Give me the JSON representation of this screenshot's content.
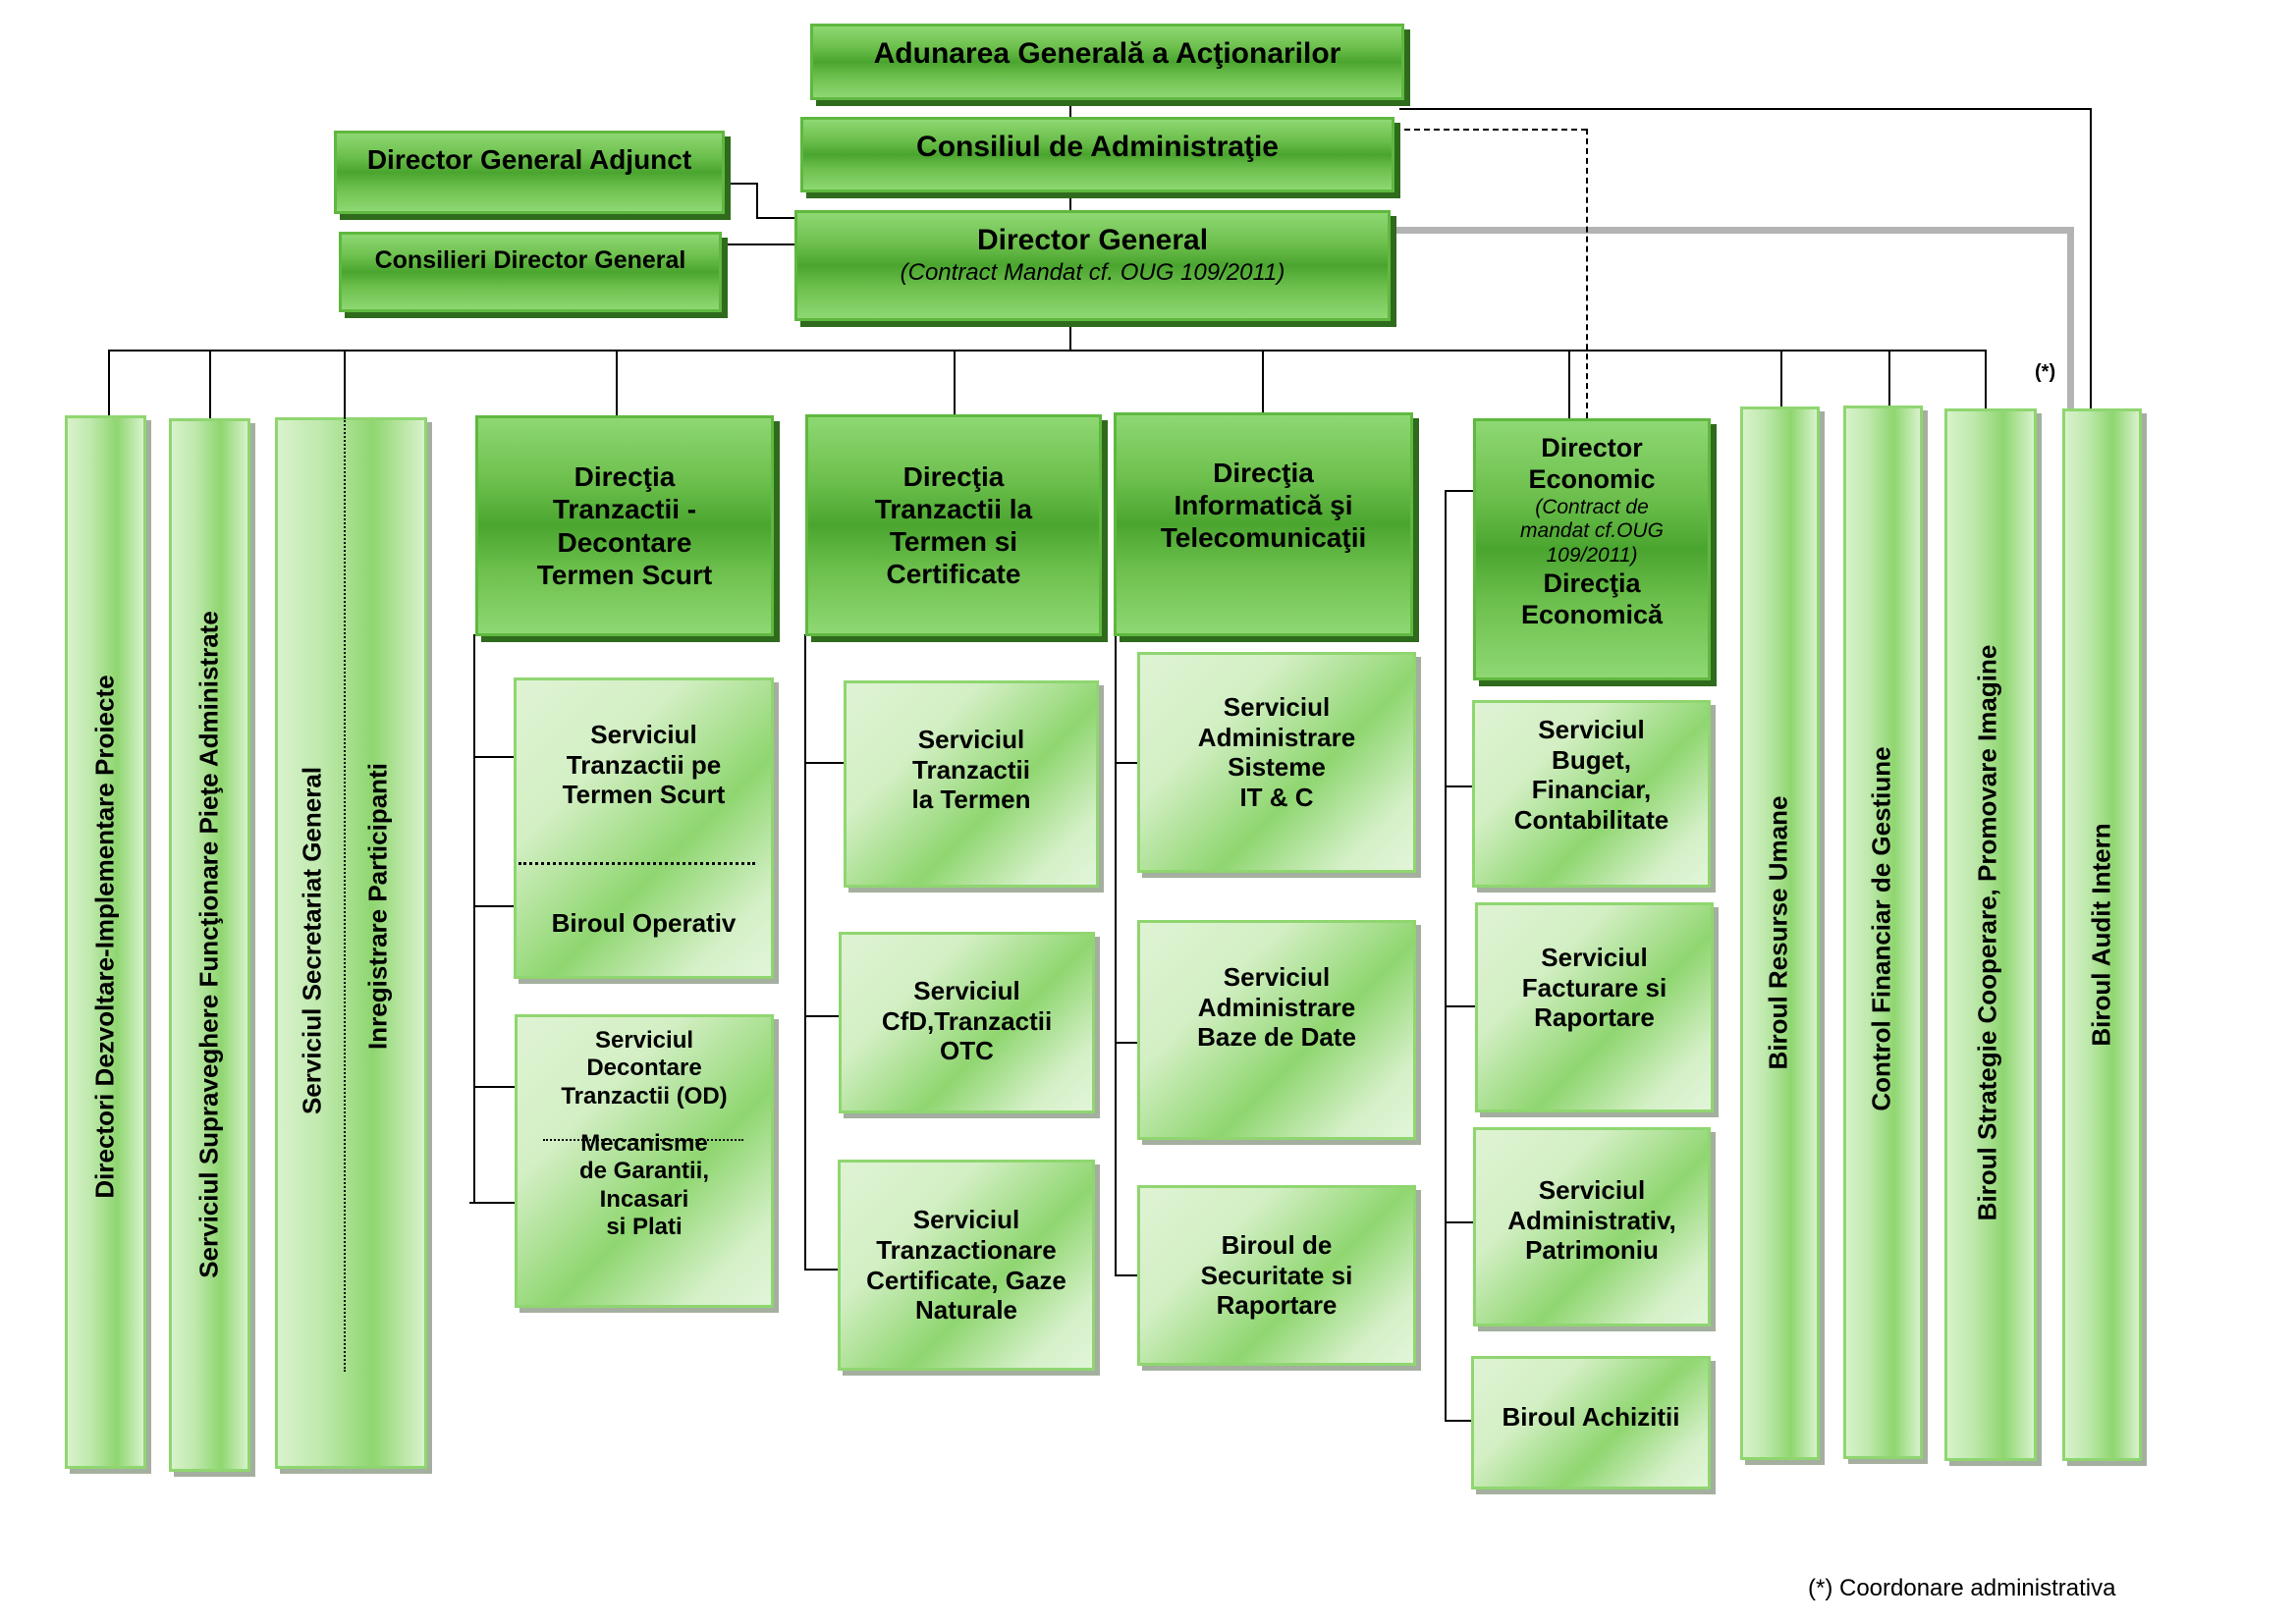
{
  "top": {
    "agm": "Adunarea Generală a Acţionarilor",
    "board": "Consiliul de Administraţie",
    "deputy_gm": "Director General Adjunct",
    "gm_advisors": "Consilieri Director General",
    "gm_title": "Director General",
    "gm_subtitle": "(Contract Mandat cf. OUG 109/2011)"
  },
  "columns": {
    "projects": "Directori Dezvoltare-Implementare Proiecte",
    "market_supervision": "Serviciul Supraveghere Funcţionare Pieţe Administrate",
    "secretariat": "Serviciul Secretariat General",
    "registration": "Inregistrare Participanti",
    "hr": "Biroul Resurse Umane",
    "financial_control": "Control Financiar de Gestiune",
    "strategy": "Biroul Strategie Cooperare, Promovare Imagine",
    "audit": "Biroul Audit Intern",
    "audit_marker": "(*)"
  },
  "directorates": {
    "short_term": {
      "title": [
        "Direcţia",
        "Tranzactii -",
        "Decontare",
        "Termen Scurt"
      ],
      "units": [
        {
          "lines": [
            "Serviciul",
            "Tranzactii pe",
            "Termen Scurt"
          ],
          "sub": [
            "Biroul Operativ"
          ]
        },
        {
          "lines": [
            "Serviciul",
            "Decontare",
            "Tranzactii (OD)"
          ],
          "sub": [
            "Mecanisme",
            "de Garantii,",
            "Incasari",
            "si Plati"
          ]
        }
      ]
    },
    "forward": {
      "title": [
        "Direcţia",
        "Tranzactii la",
        "Termen si",
        "Certificate"
      ],
      "units": [
        [
          "Serviciul",
          "Tranzactii",
          "la Termen"
        ],
        [
          "Serviciul",
          "CfD,Tranzactii",
          "OTC"
        ],
        [
          "Serviciul",
          "Tranzactionare",
          "Certificate, Gaze",
          "Naturale"
        ]
      ]
    },
    "it": {
      "title": [
        "Direcţia",
        "Informatică şi",
        "Telecomunicaţii"
      ],
      "units": [
        [
          "Serviciul",
          "Administrare",
          "Sisteme",
          "IT & C"
        ],
        [
          "Serviciul",
          "Administrare",
          "Baze de Date"
        ],
        [
          "Biroul de",
          "Securitate si",
          "Raportare"
        ]
      ]
    },
    "economic": {
      "title": [
        "Director",
        "Economic"
      ],
      "mandate": [
        "(Contract de",
        "mandat cf.OUG",
        "109/2011)"
      ],
      "title2": [
        "Direcţia",
        "Economică"
      ],
      "units": [
        [
          "Serviciul",
          "Buget,",
          "Financiar,",
          "Contabilitate"
        ],
        [
          "Serviciul",
          "Facturare si",
          "Raportare"
        ],
        [
          "Serviciul",
          "Administrativ,",
          "Patrimoniu"
        ],
        [
          "Biroul Achizitii"
        ]
      ]
    }
  },
  "footnote": "(*) Coordonare administrativa",
  "colors": {
    "dark_green": "#4aa52f",
    "light_green": "#d8f2cb",
    "border_green": "#6cc24a",
    "gray_link": "#b3b3b3"
  }
}
